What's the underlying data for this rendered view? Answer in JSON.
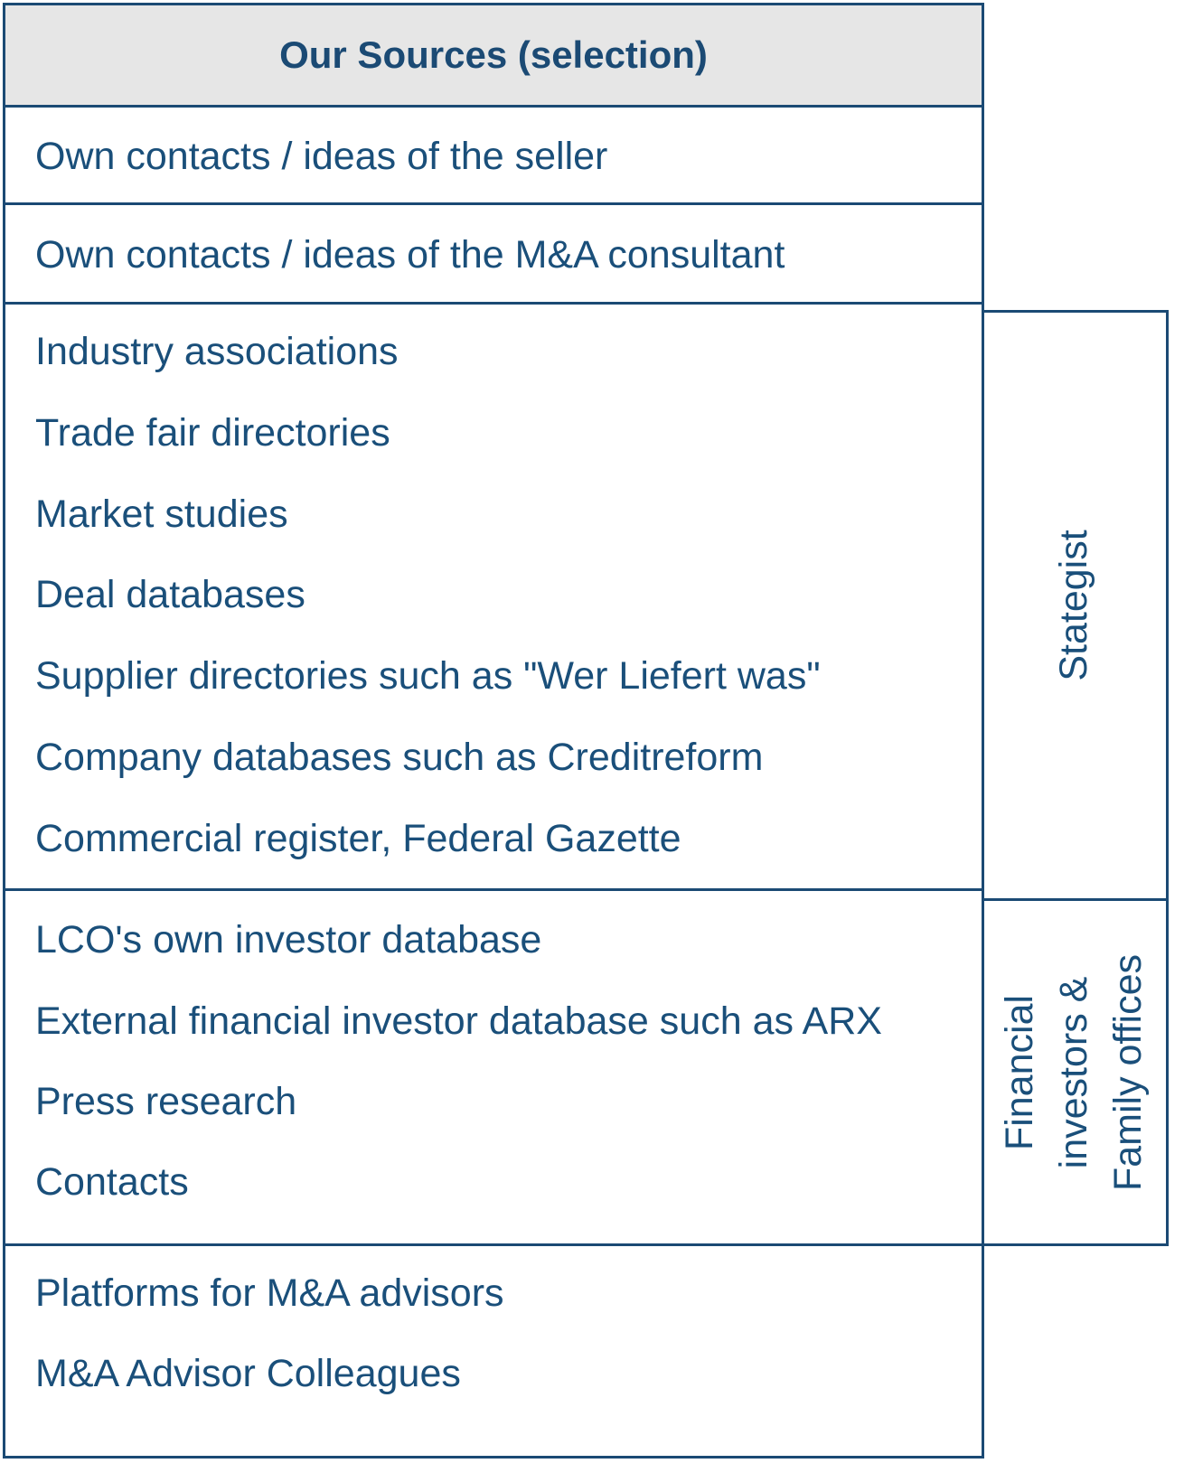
{
  "header": {
    "title": "Our Sources (selection)"
  },
  "sections": {
    "seller": {
      "items": [
        "Own contacts / ideas of the seller"
      ]
    },
    "consultant": {
      "items": [
        "Own contacts / ideas of the M&A consultant"
      ]
    },
    "strategist": {
      "items": [
        "Industry associations",
        "Trade fair directories",
        "Market studies",
        "Deal databases",
        "Supplier directories such as \"Wer Liefert was\"",
        "Company databases such as Creditreform",
        "Commercial register, Federal Gazette"
      ],
      "side_label": "Stategist"
    },
    "financial": {
      "items": [
        "LCO's own investor database",
        "External financial investor database such as ARX",
        "Press research",
        "Contacts"
      ],
      "side_label_lines": [
        "Financial",
        "investors &",
        "Family offices"
      ]
    },
    "advisors": {
      "items": [
        "Platforms for M&A advisors",
        "M&A Advisor Colleagues"
      ]
    }
  },
  "colors": {
    "border": "#1b4a74",
    "text": "#1a4f7a",
    "header_bg": "#e6e6e6"
  }
}
